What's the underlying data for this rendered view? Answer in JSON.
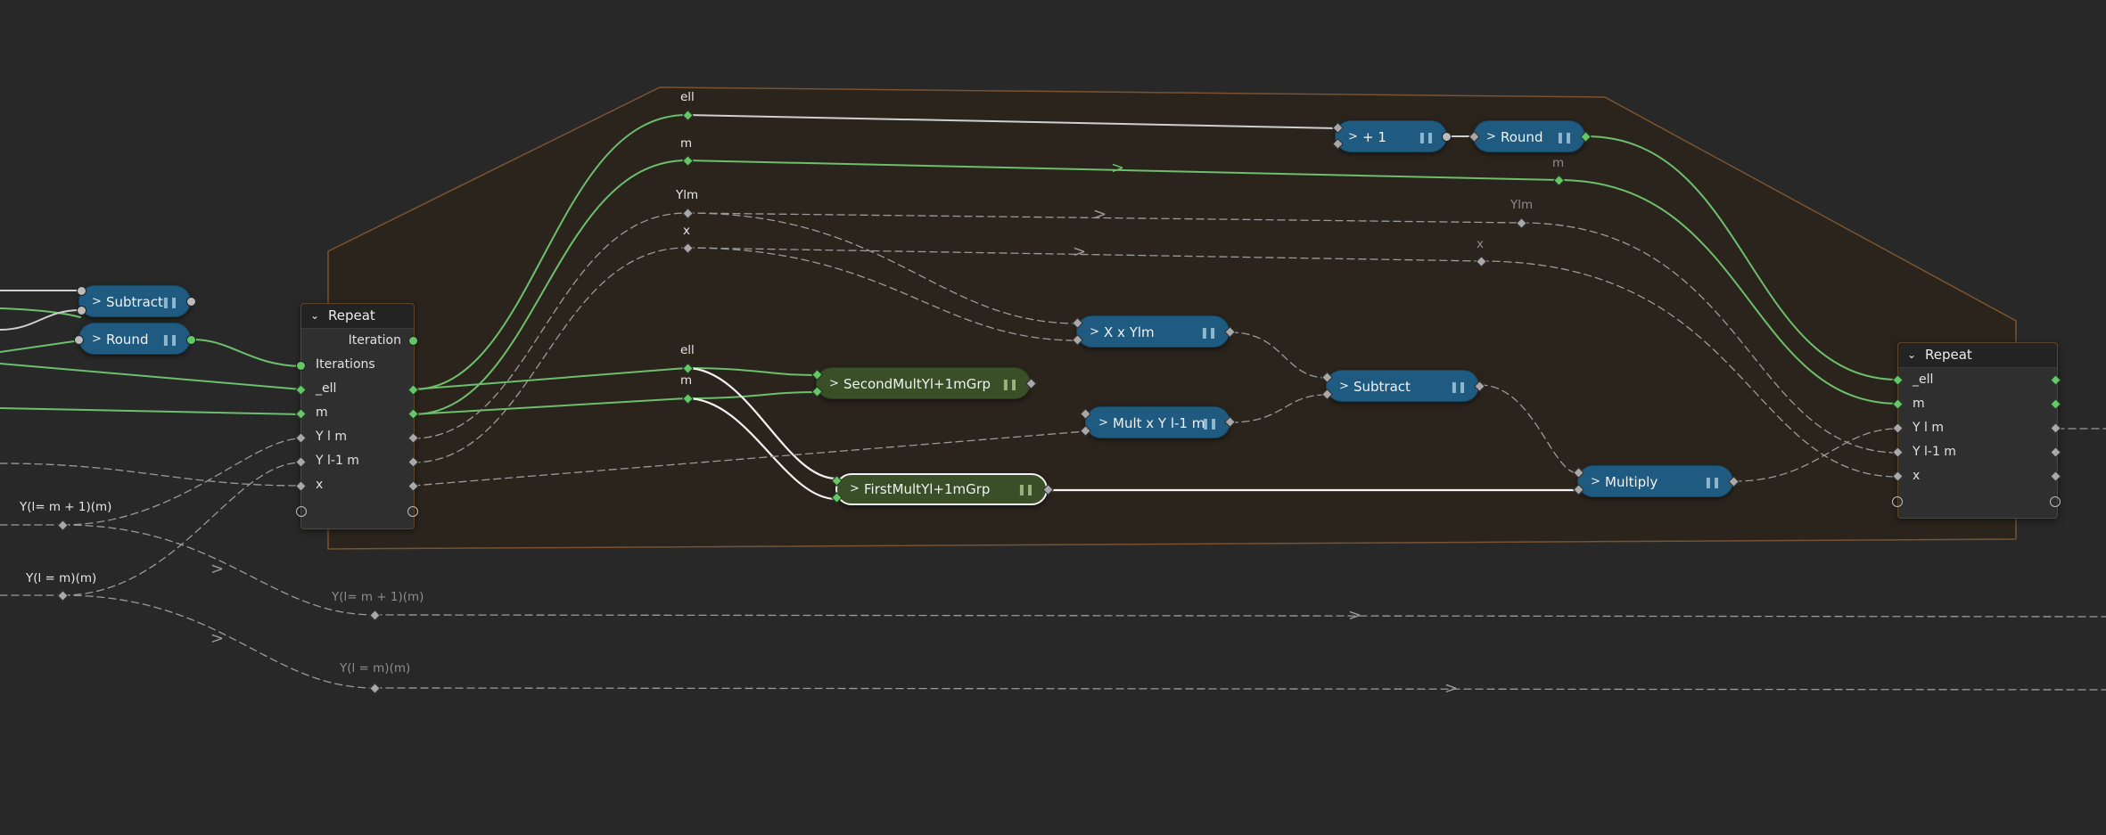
{
  "colors": {
    "background": "#282828",
    "frame_fill": "#2b241d",
    "frame_border": "#7a5330",
    "node_blue": "#1f5b80",
    "node_green": "#3a4f27",
    "wire_green": "#6cbf6c",
    "wire_gray": "#9a9a9a",
    "wire_white": "#f0f0f0"
  },
  "left_nodes": {
    "subtract": {
      "label": "Subtract"
    },
    "round": {
      "label": "Round"
    }
  },
  "repeat_input": {
    "title": "Repeat",
    "iteration": "Iteration",
    "rows": [
      "Iterations",
      "_ell",
      "m",
      "Y l m",
      "Y l-1 m",
      "x"
    ]
  },
  "repeat_output": {
    "title": "Repeat",
    "rows": [
      "_ell",
      "m",
      "Y l m",
      "Y l-1 m",
      "x"
    ]
  },
  "inner_nodes": {
    "plus_one": {
      "label": "+ 1"
    },
    "round": {
      "label": "Round"
    },
    "x_x_ylm": {
      "label": "X x Ylm"
    },
    "second_mult": {
      "label": "SecondMultYl+1mGrp"
    },
    "mult_x_yl1m": {
      "label": "Mult x Y l-1 m"
    },
    "subtract": {
      "label": "Subtract"
    },
    "first_mult": {
      "label": "FirstMultYl+1mGrp"
    },
    "multiply": {
      "label": "Multiply"
    }
  },
  "reroute_labels": {
    "ell_top": "ell",
    "m_top": "m",
    "ylm": "Ylm",
    "x": "x",
    "ell_mid": "ell",
    "m_mid": "m",
    "m_right": "m",
    "ylm_right": "Ylm",
    "x_right": "x",
    "y_l_m1_left": "Y(l= m + 1)(m)",
    "y_l_m_left": "Y(l  = m)(m)",
    "y_l_m1_mid": "Y(l= m + 1)(m)",
    "y_l_m_mid": "Y(l  = m)(m)"
  },
  "icons": {
    "chevron": "chevron-right-icon",
    "collapse": "chevron-down-icon",
    "mute": "pause-icon"
  }
}
